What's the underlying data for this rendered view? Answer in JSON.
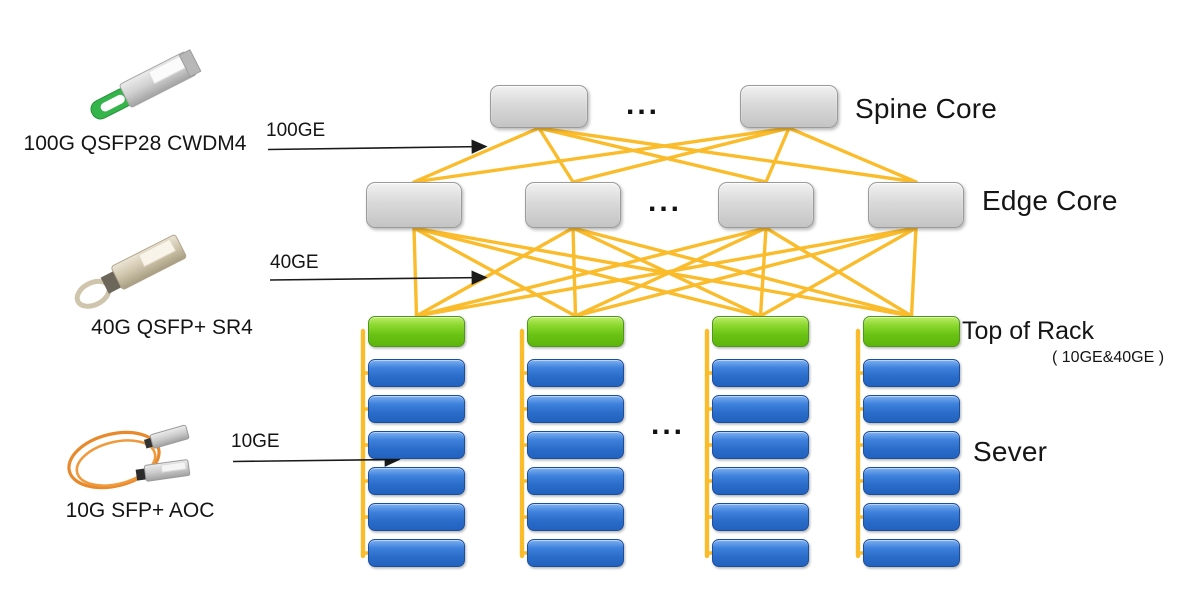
{
  "diagram": {
    "spine": {
      "label": "Spine Core",
      "count": 2,
      "ellipsis": "..."
    },
    "edge": {
      "label": "Edge Core",
      "count": 4,
      "ellipsis": "..."
    },
    "tor": {
      "label": "Top of Rack",
      "sublabel": "( 10GE&40GE )"
    },
    "racks": {
      "count": 4,
      "servers_per_rack": 6,
      "ellipsis": "...",
      "server_label": "Sever"
    }
  },
  "legend": [
    {
      "name": "100G QSFP28 CWDM4",
      "speed": "100GE",
      "icon": "qsfp28-cwdm4-transceiver"
    },
    {
      "name": "40G QSFP+ SR4",
      "speed": "40GE",
      "icon": "qsfp-plus-sr4-transceiver"
    },
    {
      "name": "10G SFP+ AOC",
      "speed": "10GE",
      "icon": "sfp-plus-aoc-cable"
    }
  ],
  "colors": {
    "link_yellow": "#FBBC2C",
    "node_gray": "#D9D9D9",
    "tor_green": "#6FC51B",
    "server_blue": "#2E6FD0",
    "arrow_black": "#1A1A1A"
  }
}
